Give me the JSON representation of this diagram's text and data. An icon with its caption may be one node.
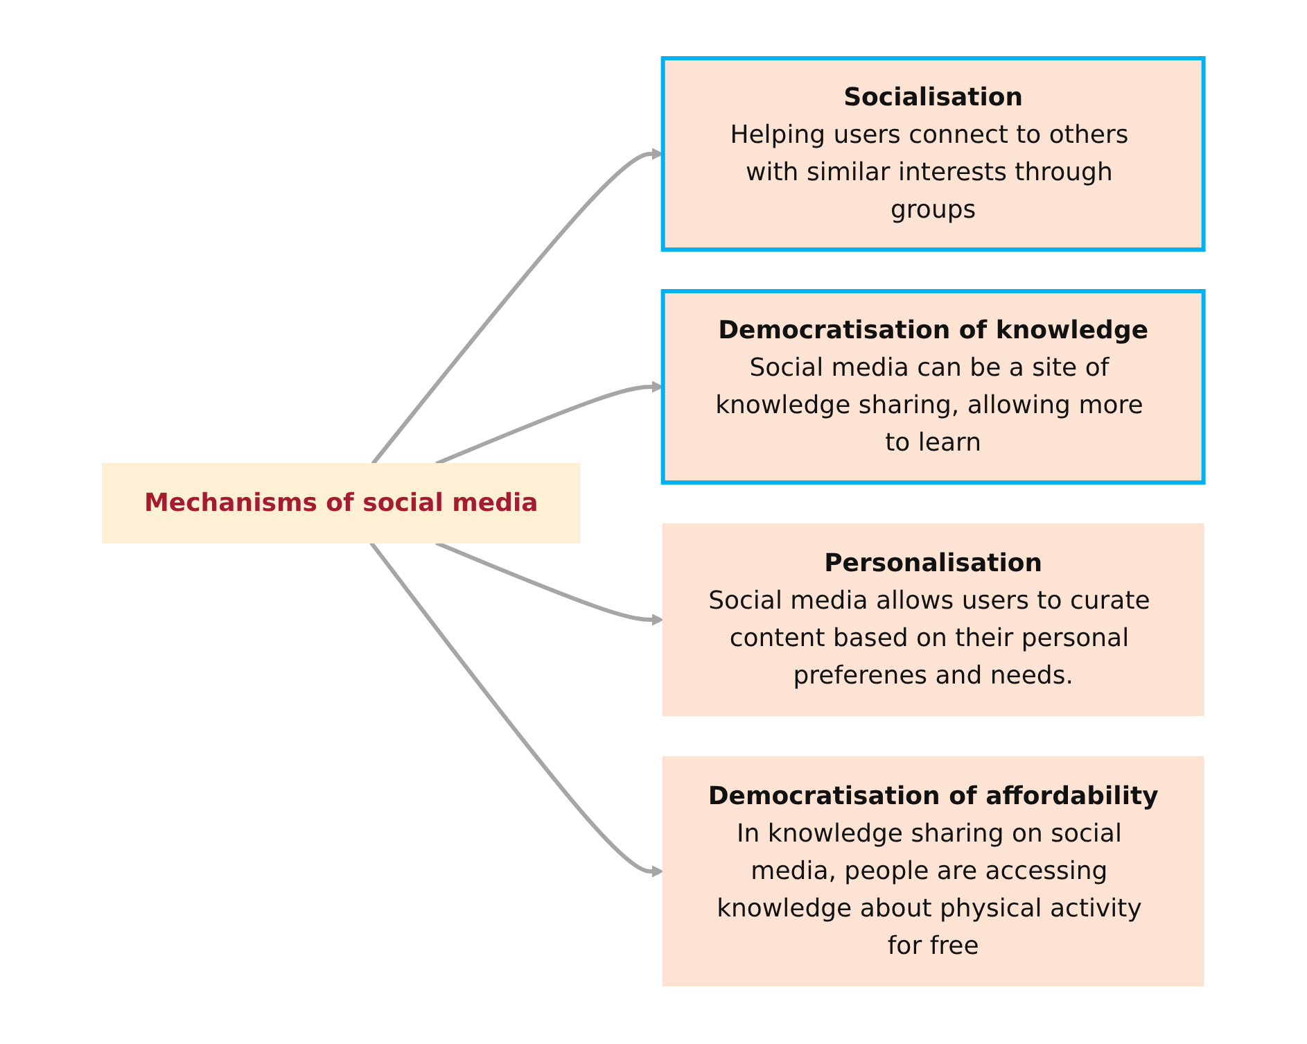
{
  "diagram": {
    "nodes": [
      {
        "text": [
          "Mechanisms of social media"
        ]
      },
      {
        "text": [
          "Socialisation",
          "Helping users connect to others with similar interests through groups"
        ]
      },
      {
        "text": [
          "Democratisation of knowledge",
          "Social media can be a site of knowledge sharing, allowing more to learn"
        ]
      },
      {
        "text": [
          "Personalisation",
          "Social media allows users to curate content based on their personal preferenes and needs."
        ]
      },
      {
        "text": [
          "Democratisation of affordability",
          "In knowledge sharing on social media, people are accessing knowledge about physical activity for free"
        ]
      }
    ],
    "edges": [
      {
        "from": 0,
        "to": 1,
        "arrow": "to"
      },
      {
        "from": 0,
        "to": 2,
        "arrow": "to"
      },
      {
        "from": 0,
        "to": 3,
        "arrow": "to"
      },
      {
        "from": 0,
        "to": 4,
        "arrow": "to"
      }
    ]
  }
}
